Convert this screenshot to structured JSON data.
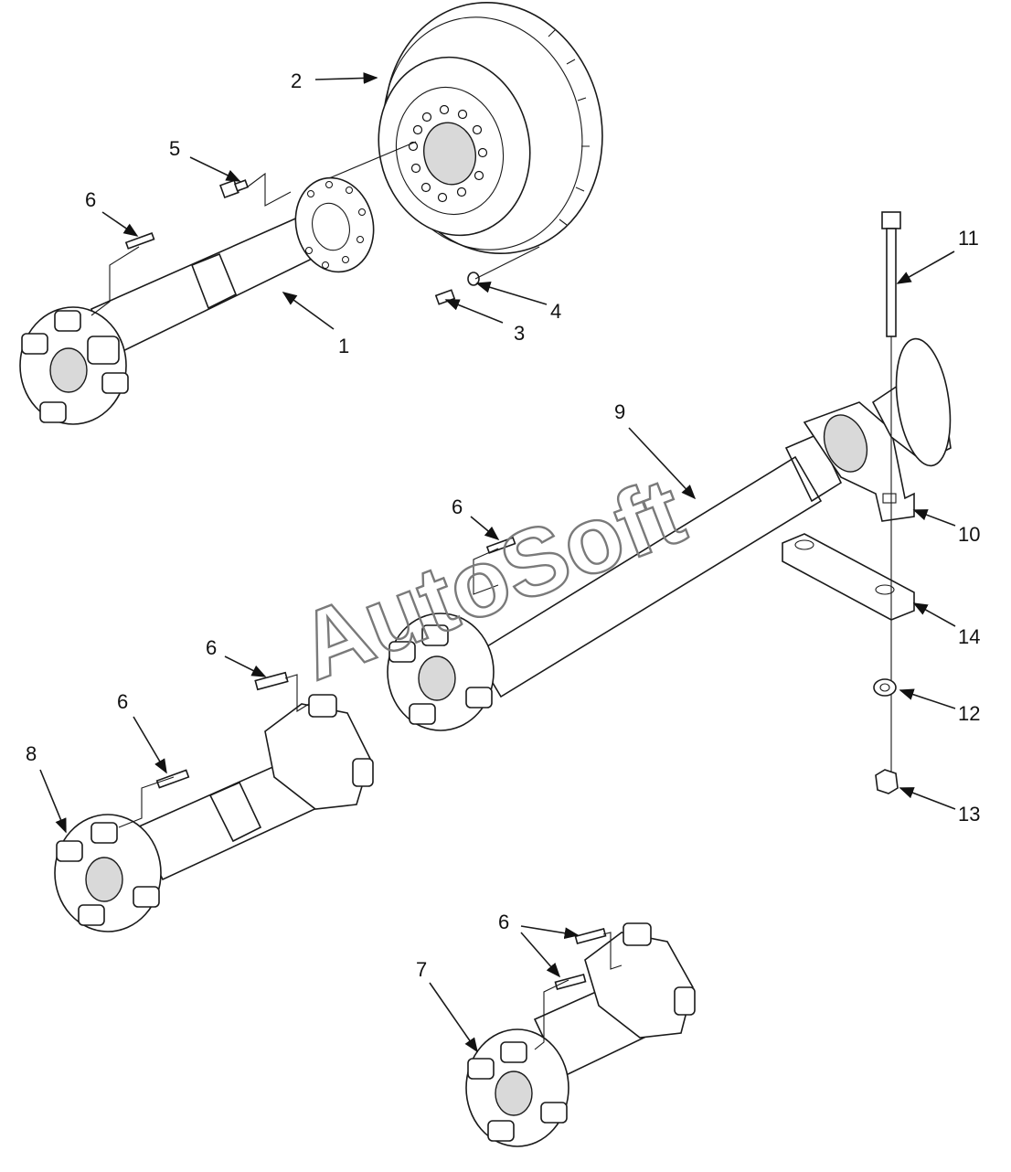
{
  "watermark": "AutoSoft",
  "callouts": [
    {
      "id": "c1",
      "text": "1"
    },
    {
      "id": "c2",
      "text": "2"
    },
    {
      "id": "c3",
      "text": "3"
    },
    {
      "id": "c4",
      "text": "4"
    },
    {
      "id": "c5",
      "text": "5"
    },
    {
      "id": "c6a",
      "text": "6"
    },
    {
      "id": "c6b",
      "text": "6"
    },
    {
      "id": "c6c",
      "text": "6"
    },
    {
      "id": "c6d",
      "text": "6"
    },
    {
      "id": "c6e",
      "text": "6"
    },
    {
      "id": "c7",
      "text": "7"
    },
    {
      "id": "c8",
      "text": "8"
    },
    {
      "id": "c9",
      "text": "9"
    },
    {
      "id": "c10",
      "text": "10"
    },
    {
      "id": "c11",
      "text": "11"
    },
    {
      "id": "c12",
      "text": "12"
    },
    {
      "id": "c13",
      "text": "13"
    },
    {
      "id": "c14",
      "text": "14"
    }
  ]
}
